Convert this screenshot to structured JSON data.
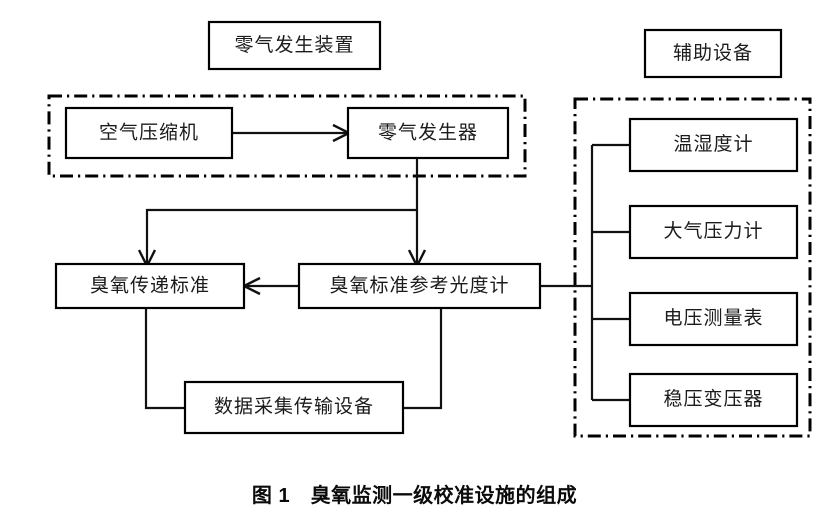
{
  "figure": {
    "caption": "图 1　臭氧监测一级校准设施的组成",
    "background_color": "#ffffff",
    "line_color": "#111111",
    "text_color": "#1b1b1b"
  },
  "groups": {
    "zero_air": {
      "title": "零气发生装置",
      "border_style": "dash-dot"
    },
    "auxiliary": {
      "title": "辅助设备",
      "border_style": "dash-dot"
    }
  },
  "nodes": {
    "air_compressor": "空气压缩机",
    "zero_air_generator": "零气发生器",
    "ozone_transfer_standard": "臭氧传递标准",
    "ozone_reference_photometer": "臭氧标准参考光度计",
    "data_acquisition": "数据采集传输设备",
    "thermo_hygrometer": "温湿度计",
    "barometer": "大气压力计",
    "voltmeter": "电压测量表",
    "voltage_regulator": "稳压变压器"
  },
  "connections": [
    {
      "from": "air_compressor",
      "to": "zero_air_generator",
      "arrow": true
    },
    {
      "from": "zero_air_generator",
      "to": "ozone_transfer_standard",
      "arrow": true
    },
    {
      "from": "zero_air_generator",
      "to": "ozone_reference_photometer",
      "arrow": true
    },
    {
      "from": "ozone_reference_photometer",
      "to": "ozone_transfer_standard",
      "arrow": true
    },
    {
      "from": "ozone_transfer_standard",
      "to": "data_acquisition",
      "arrow": false
    },
    {
      "from": "ozone_reference_photometer",
      "to": "data_acquisition",
      "arrow": false
    },
    {
      "from": "ozone_reference_photometer",
      "to": "thermo_hygrometer",
      "arrow": false
    },
    {
      "from": "ozone_reference_photometer",
      "to": "barometer",
      "arrow": false
    },
    {
      "from": "ozone_reference_photometer",
      "to": "voltmeter",
      "arrow": false
    },
    {
      "from": "ozone_reference_photometer",
      "to": "voltage_regulator",
      "arrow": false
    }
  ]
}
